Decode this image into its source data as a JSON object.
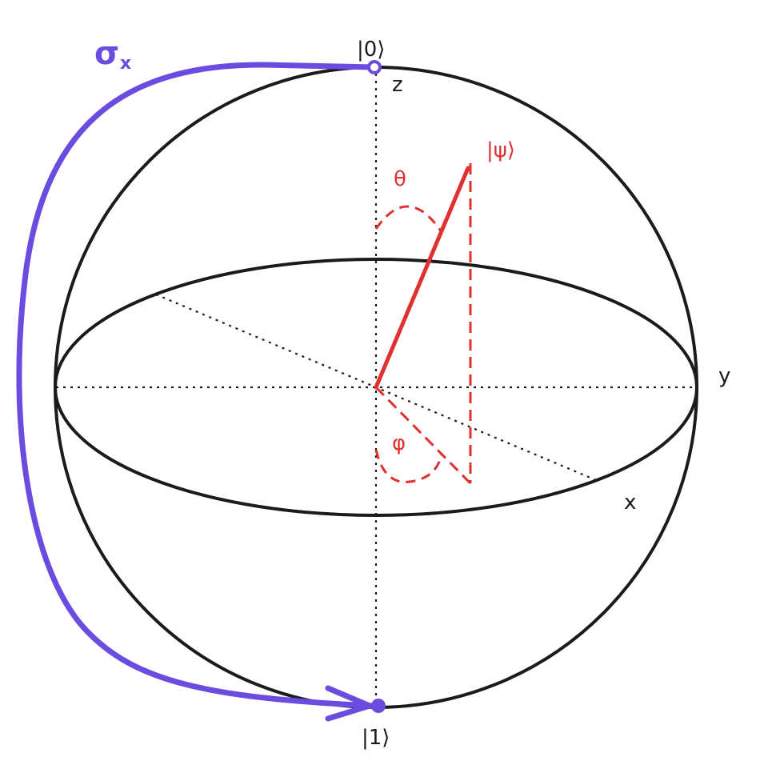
{
  "labels": {
    "ket0": "|0⟩",
    "ket1": "|1⟩",
    "ketpsi": "|ψ⟩",
    "axis_z": "z",
    "axis_y": "y",
    "axis_x": "x",
    "theta": "θ",
    "phi": "φ",
    "operator_main": "σ",
    "operator_sub": "x"
  },
  "colors": {
    "outline": "#1b1b1b",
    "state": "#e0302f",
    "operator": "#6a4ce0"
  }
}
